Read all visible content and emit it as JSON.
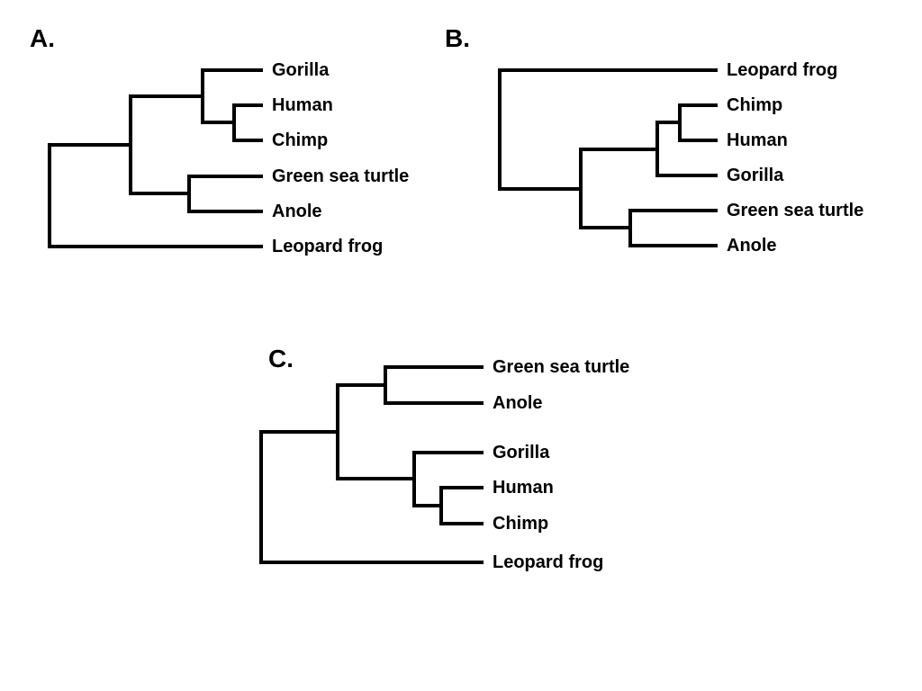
{
  "figure": {
    "type": "phylogenetic-cladograms",
    "background_color": "#ffffff",
    "line_color": "#000000",
    "text_color": "#000000"
  },
  "trees": [
    {
      "label": "A.",
      "leaves": [
        "Gorilla",
        "Human",
        "Chimp",
        "Green sea turtle",
        "Anole",
        "Leopard frog"
      ],
      "topology_newick": "(((Gorilla,(Human,Chimp)),(Green sea turtle,Anole)),Leopard frog);"
    },
    {
      "label": "B.",
      "leaves": [
        "Leopard frog",
        "Chimp",
        "Human",
        "Gorilla",
        "Green sea turtle",
        "Anole"
      ],
      "topology_newick": "(Leopard frog,(((Chimp,Human),Gorilla),(Green sea turtle,Anole)));"
    },
    {
      "label": "C.",
      "leaves": [
        "Green sea turtle",
        "Anole",
        "Gorilla",
        "Human",
        "Chimp",
        "Leopard frog"
      ],
      "topology_newick": "(((Green sea turtle,Anole),(Gorilla,(Human,Chimp))),Leopard frog);"
    }
  ]
}
